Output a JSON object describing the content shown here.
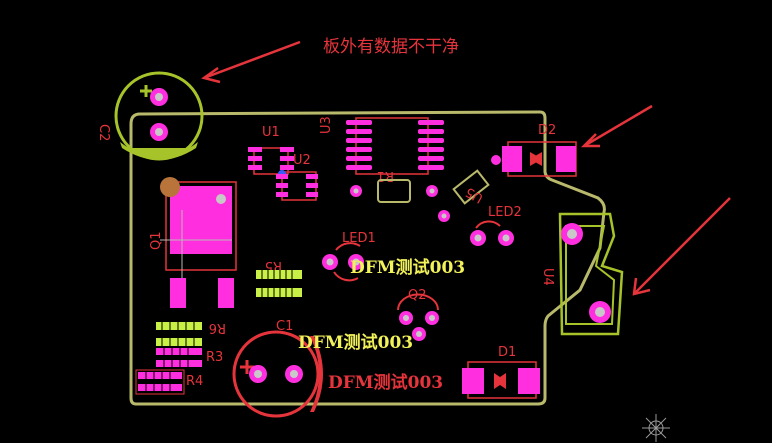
{
  "annotation": {
    "text": "板外有数据不干净"
  },
  "silkscreen_labels": {
    "u1": "U1",
    "u2": "U2",
    "u3": "U3",
    "r1": "R1",
    "r5": "R5",
    "r6": "R6",
    "r3": "R3",
    "r4": "R4",
    "q1": "Q1",
    "q2": "Q2",
    "c1": "C1",
    "c2": "C2",
    "d1": "D1",
    "d2": "D2",
    "led1": "LED1",
    "led2": "LED2",
    "u4": "U4",
    "u5": "U5"
  },
  "dfm_texts": {
    "t1": "DFM测试003",
    "t2": "DFM测试003",
    "t3": "DFM测试003"
  },
  "colors": {
    "background": "#000000",
    "board_outline": "#b9b96b",
    "pad": "#ff2fe0",
    "silk_top": "#a6c32a",
    "silk_red": "#e5343b",
    "dfm_text": "#f2f25a",
    "copper_green": "#c8f046"
  }
}
